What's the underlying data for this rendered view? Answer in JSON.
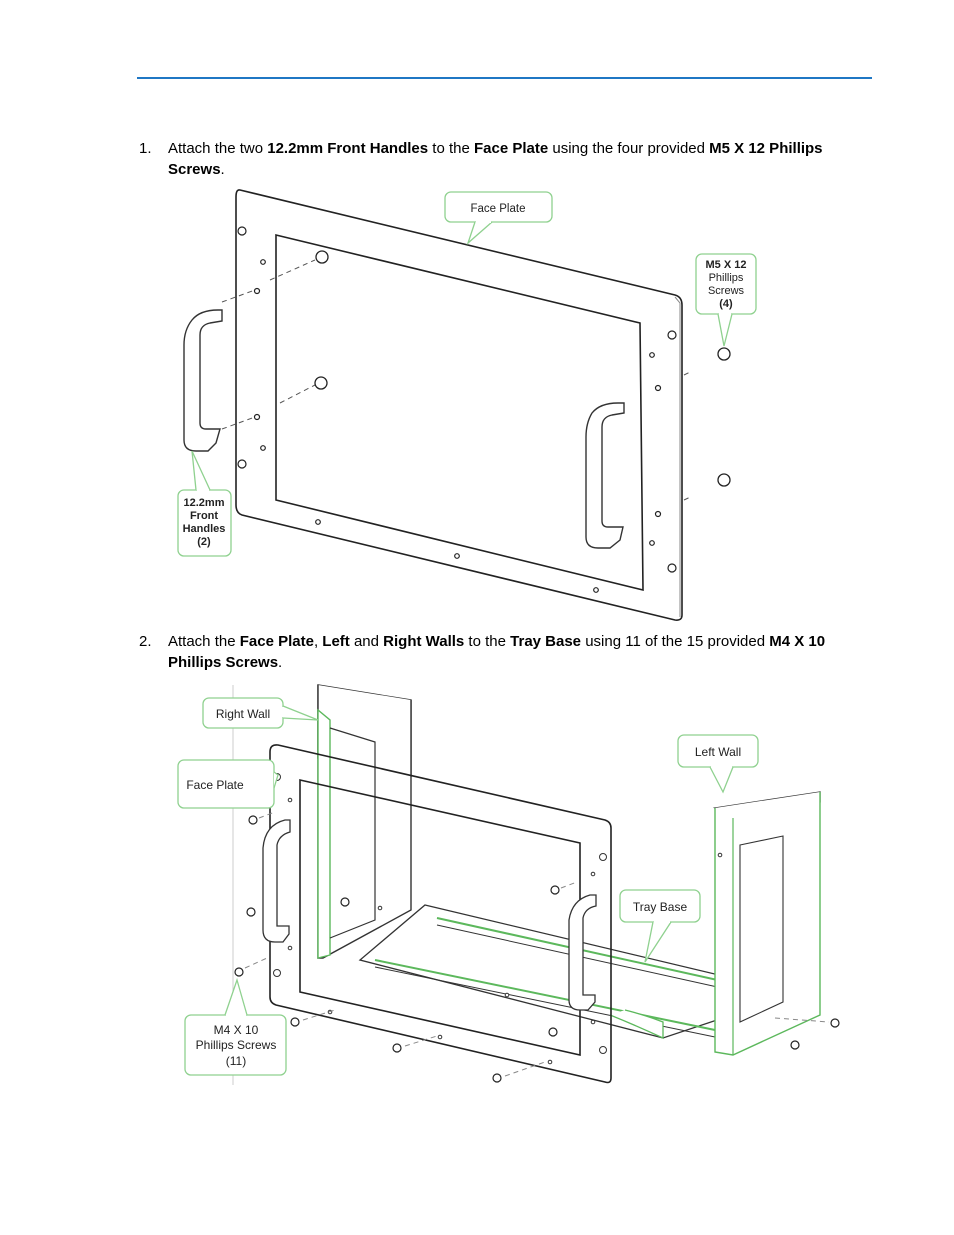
{
  "steps": [
    {
      "number": "1.",
      "parts": [
        "Attach the two ",
        "12.2mm Front Handles",
        " to the ",
        "Face Plate",
        " using the four provided ",
        "M5 X 12 Phillips Screws",
        "."
      ]
    },
    {
      "number": "2.",
      "parts": [
        "Attach the ",
        "Face Plate",
        ", ",
        "Left",
        " and ",
        "Right Walls",
        " to the ",
        "Tray Base",
        " using 11 of the 15 provided ",
        "M4 X 10 Phillips Screws",
        "."
      ]
    }
  ],
  "figure1": {
    "callouts": {
      "face_plate": "Face Plate",
      "screws": [
        "M5 X 12",
        "Phillips",
        "Screws",
        "(4)"
      ],
      "handles": [
        "12.2mm",
        "Front",
        "Handles",
        "(2)"
      ]
    }
  },
  "figure2": {
    "callouts": {
      "right_wall": "Right Wall",
      "face_plate": "Face Plate",
      "left_wall": "Left Wall",
      "tray_base": "Tray Base",
      "screws": [
        "M4 X 10",
        "Phillips Screws",
        "(11)"
      ]
    }
  },
  "colors": {
    "rule": "#1f77c4",
    "callout_border": "#8fd18f",
    "part_highlight": "#5cb85c"
  }
}
